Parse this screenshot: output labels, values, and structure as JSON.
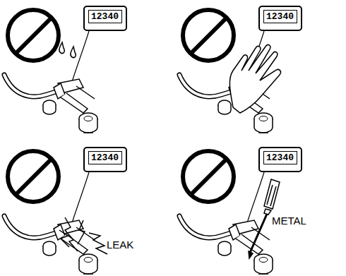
{
  "diagram": {
    "nodes": [
      {
        "text": [
          "12340"
        ]
      },
      {
        "text": [
          "12340"
        ]
      },
      {
        "text": [
          "12340"
        ]
      },
      {
        "text": [
          "12340"
        ]
      }
    ],
    "labels": [
      "LEAK",
      "METAL"
    ]
  }
}
